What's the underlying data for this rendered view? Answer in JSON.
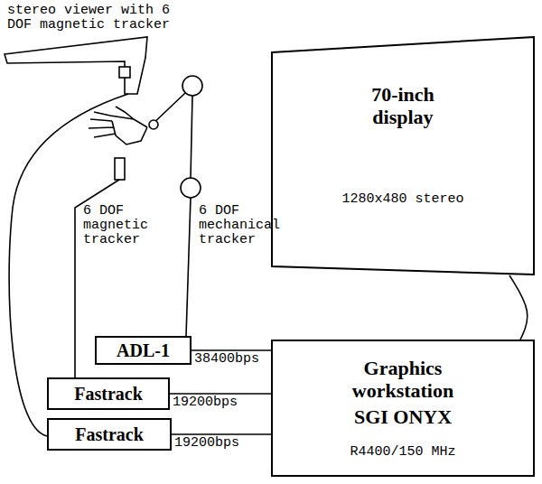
{
  "diagram": {
    "nodes": [
      {
        "text": [
          "70-inch display",
          "1280x480 stereo"
        ]
      },
      {
        "text": [
          "ADL-1"
        ]
      },
      {
        "text": [
          "Fastrack"
        ]
      },
      {
        "text": [
          "Fastrack"
        ]
      },
      {
        "text": [
          "Graphics workstation",
          "SGI ONYX",
          "R4400/150 MHz"
        ]
      }
    ],
    "edges": [
      {
        "from": 1,
        "to": 4,
        "arrow": "none",
        "label": "38400bps"
      },
      {
        "from": 2,
        "to": 4,
        "arrow": "none",
        "label": "19200bps"
      },
      {
        "from": 3,
        "to": 4,
        "arrow": "none",
        "label": "19200bps"
      },
      {
        "from": 4,
        "to": 0,
        "arrow": "none"
      }
    ],
    "labels": [
      "stereo viewer with 6 DOF magnetic tracker",
      "6 DOF magnetic tracker",
      "6 DOF mechanical tracker"
    ]
  }
}
